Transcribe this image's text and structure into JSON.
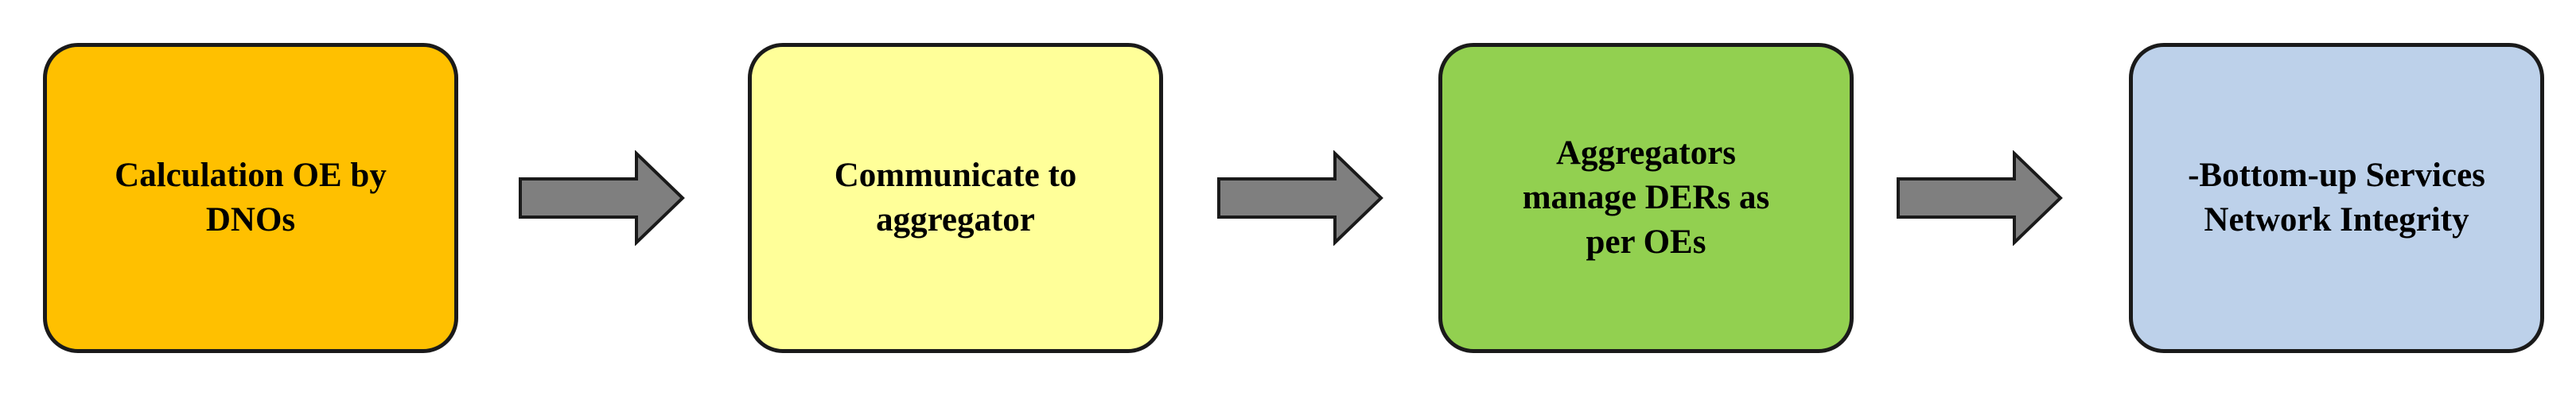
{
  "steps": [
    {
      "label": "Calculation OE by\nDNOs",
      "color": "#ffc000"
    },
    {
      "label": "Communicate to\naggregator",
      "color": "#ffff99"
    },
    {
      "label": "Aggregators\nmanage DERs as\nper OEs",
      "color": "#92d050"
    },
    {
      "label": "-Bottom-up Services\nNetwork Integrity",
      "color": "#bdd1ea"
    }
  ],
  "arrow_color": "#7f7f7f"
}
